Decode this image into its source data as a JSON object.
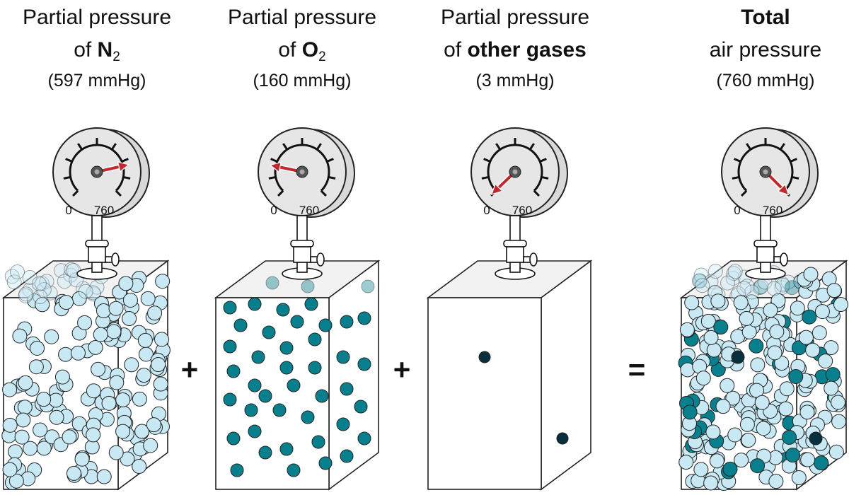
{
  "panels": [
    {
      "title_line1": "Partial pressure",
      "title_prefix": "of ",
      "title_bold": "N",
      "title_sub": "2",
      "value": "(597 mmHg)",
      "fraction": 0.786,
      "molecules": "nitrogen"
    },
    {
      "title_line1": "Partial pressure",
      "title_prefix": "of ",
      "title_bold": "O",
      "title_sub": "2",
      "value": "(160 mmHg)",
      "fraction": 0.211,
      "molecules": "oxygen"
    },
    {
      "title_line1": "Partial pressure",
      "title_prefix": "of ",
      "title_bold": "other gases",
      "title_sub": "",
      "value": "(3 mmHg)",
      "fraction": 0.004,
      "molecules": "other"
    },
    {
      "title_line1_bold": "Total",
      "title_line2": "air pressure",
      "value": "(760 mmHg)",
      "fraction": 1.0,
      "molecules": "mixed"
    }
  ],
  "gauge": {
    "min_label": "0",
    "max_label": "760"
  },
  "operators": {
    "plus": "+",
    "equals": "="
  },
  "colors": {
    "nitrogen": "#c8e9f4",
    "oxygen": "#087f8c",
    "other": "#08303c",
    "needle": "#c0282d",
    "gauge_face": "#e6e6e6"
  }
}
